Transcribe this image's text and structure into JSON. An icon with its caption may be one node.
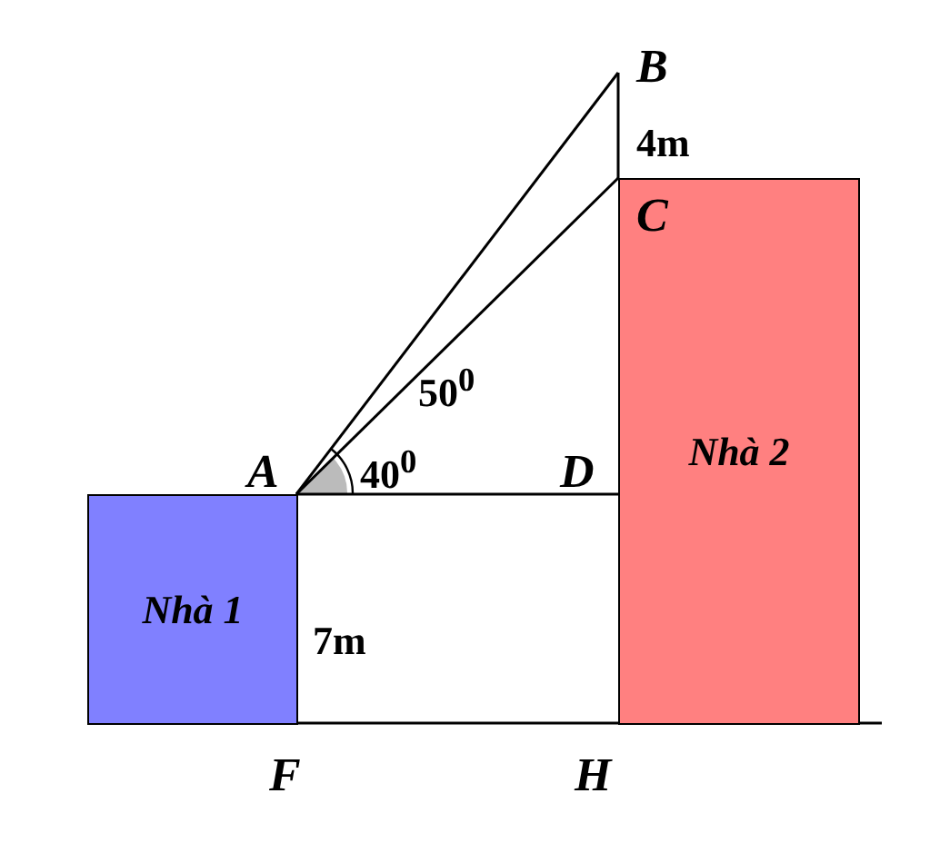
{
  "diagram": {
    "nodes": [
      {
        "text": [
          "Nhà 1"
        ]
      },
      {
        "text": [
          "Nhà 2"
        ]
      }
    ],
    "labels": [
      "B",
      "4m",
      "C",
      "50$^{0}$",
      "A",
      "40$^{0}$",
      "D",
      "7m",
      "F",
      "H"
    ]
  }
}
